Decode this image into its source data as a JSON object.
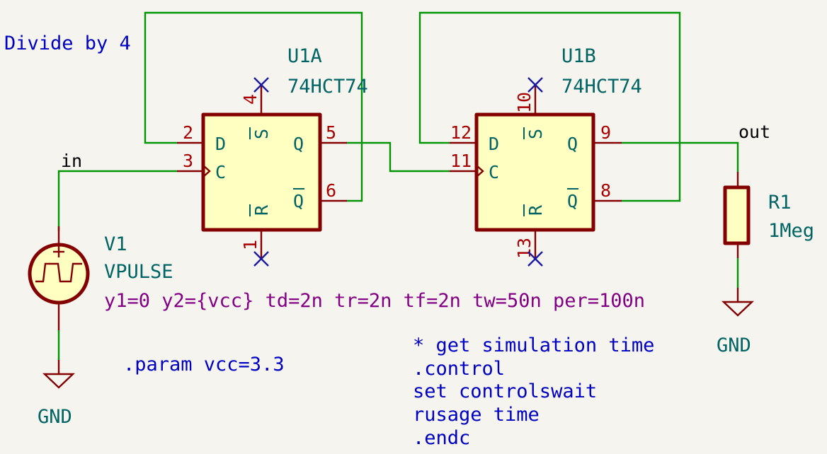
{
  "title_note": "Divide by 4",
  "nets": {
    "input": "in",
    "output": "out"
  },
  "u1a": {
    "ref": "U1A",
    "value": "74HCT74",
    "pins": {
      "d": "2",
      "c": "3",
      "q": "5",
      "qbar": "6",
      "s": "4",
      "r": "1"
    },
    "pin_names": {
      "d": "D",
      "c": "C",
      "q": "Q",
      "qbar": "Q",
      "s": "S",
      "r": "R"
    }
  },
  "u1b": {
    "ref": "U1B",
    "value": "74HCT74",
    "pins": {
      "d": "12",
      "c": "11",
      "q": "9",
      "qbar": "8",
      "s": "10",
      "r": "13"
    },
    "pin_names": {
      "d": "D",
      "c": "C",
      "q": "Q",
      "qbar": "Q",
      "s": "S",
      "r": "R"
    }
  },
  "v1": {
    "ref": "V1",
    "value": "VPULSE",
    "params": "y1=0 y2={vcc} td=2n tr=2n tf=2n tw=50n per=100n"
  },
  "r1": {
    "ref": "R1",
    "value": "1Meg"
  },
  "gnd_labels": [
    "GND",
    "GND"
  ],
  "param_directive": ".param vcc=3.3",
  "control_block": [
    "* get simulation time",
    ".control",
    "set controlswait",
    "rusage time",
    ".endc"
  ],
  "colors": {
    "background": "#f5f4ef",
    "wire": "#009400",
    "component": "#840000",
    "component_fill": "#ffffc2",
    "pin_number": "#a90000",
    "reference": "#006464",
    "note": "#0000c2",
    "spice_params": "#840084",
    "no_connect": "#1a1aa0"
  }
}
